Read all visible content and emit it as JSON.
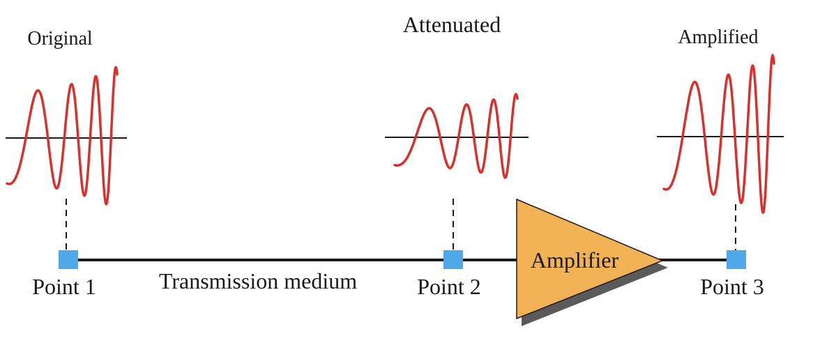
{
  "labels": {
    "original": "Original",
    "attenuated": "Attenuated",
    "amplified": "Amplified",
    "amplifier": "Amplifier",
    "medium": "Transmission medium",
    "point1": "Point 1",
    "point2": "Point 2",
    "point3": "Point 3"
  },
  "colors": {
    "signal": "#d9302c",
    "node": "#4fa9e8",
    "amplifier_fill": "#f0b255",
    "amplifier_shadow": "#5a5a5a",
    "line": "#1a1a1a"
  },
  "signal_amplitude": {
    "original": 1.0,
    "attenuated": 0.65,
    "amplified": 1.15
  }
}
